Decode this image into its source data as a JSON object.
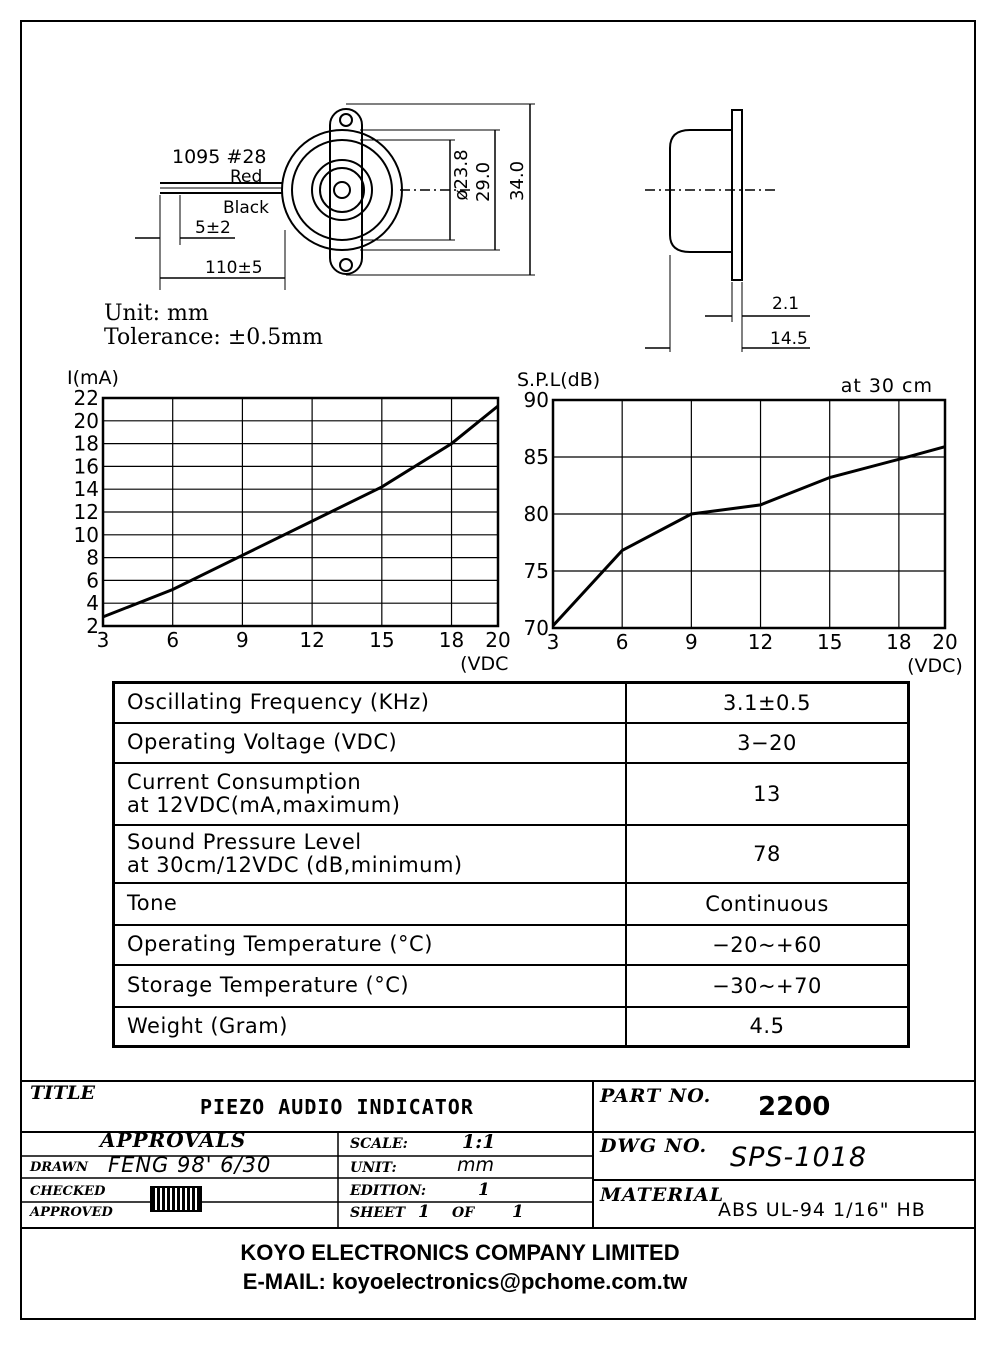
{
  "drawing": {
    "wire_label": "1095 #28",
    "red_label": "Red",
    "black_label": "Black",
    "dim_5": "5±2",
    "dim_110": "110±5",
    "dim_238": "ø23.8",
    "dim_29": "29.0",
    "dim_34": "34.0",
    "dim_21": "2.1",
    "dim_145": "14.5",
    "unit": "Unit: mm",
    "tolerance": "Tolerance: ±0.5mm"
  },
  "chart_data": [
    {
      "type": "line",
      "ylabel": "I(mA)",
      "xlabel": "(VDC)",
      "x": [
        3,
        6,
        9,
        12,
        15,
        18,
        20
      ],
      "y": [
        2.8,
        5.2,
        8.2,
        11.2,
        14.2,
        18.0,
        21.3
      ],
      "xticks": [
        3,
        6,
        9,
        12,
        15,
        18,
        20
      ],
      "yticks": [
        2,
        4,
        6,
        8,
        10,
        12,
        14,
        16,
        18,
        20,
        22
      ],
      "xlim": [
        3,
        20
      ],
      "ylim": [
        2,
        22
      ],
      "grid": true
    },
    {
      "type": "line",
      "ylabel": "S.P.L(dB)",
      "xlabel": "(VDC)",
      "annotation": "at 30 cm",
      "x": [
        3,
        6,
        9,
        12,
        15,
        18,
        20
      ],
      "y": [
        70.2,
        76.8,
        80.0,
        80.8,
        83.2,
        84.8,
        85.9
      ],
      "xticks": [
        3,
        6,
        9,
        12,
        15,
        18,
        20
      ],
      "yticks": [
        70,
        75,
        80,
        85,
        90
      ],
      "xlim": [
        3,
        20
      ],
      "ylim": [
        70,
        90
      ],
      "grid": true
    }
  ],
  "specs": [
    {
      "param": [
        "Oscillating Frequency (KHz)"
      ],
      "value": "3.1±0.5"
    },
    {
      "param": [
        "Operating Voltage (VDC)"
      ],
      "value": "3−20"
    },
    {
      "param": [
        "Current Consumption",
        "at 12VDC(mA,maximum)"
      ],
      "value": "13"
    },
    {
      "param": [
        "Sound Pressure Level",
        "at 30cm/12VDC (dB,minimum)"
      ],
      "value": "78"
    },
    {
      "param": [
        "Tone"
      ],
      "value": "Continuous"
    },
    {
      "param": [
        "Operating Temperature (°C)"
      ],
      "value": "−20~+60"
    },
    {
      "param": [
        "Storage Temperature (°C)"
      ],
      "value": "−30~+70"
    },
    {
      "param": [
        "Weight (Gram)"
      ],
      "value": "4.5"
    }
  ],
  "title_block": {
    "title_label": "TITLE",
    "title": "PIEZO AUDIO INDICATOR",
    "part_no_label": "PART NO.",
    "part_no": "2200",
    "approvals_label": "APPROVALS",
    "scale_label": "SCALE:",
    "scale": "1:1",
    "dwg_label": "DWG NO.",
    "dwg_no": "SPS-1018",
    "drawn_label": "DRAWN",
    "drawn": "FENG 98' 6/30",
    "unit_label": "UNIT:",
    "unit": "mm",
    "checked_label": "CHECKED",
    "edition_label": "EDITION:",
    "edition": "1",
    "approved_label": "APPROVED",
    "sheet_label": "SHEET",
    "sheet": "1",
    "of_label": "OF",
    "sheet_total": "1",
    "material_label": "MATERIAL",
    "material": "ABS UL-94 1/16\" HB"
  },
  "company": {
    "name": "KOYO ELECTRONICS COMPANY LIMITED",
    "email": "E-MAIL: koyoelectronics@pchome.com.tw"
  }
}
